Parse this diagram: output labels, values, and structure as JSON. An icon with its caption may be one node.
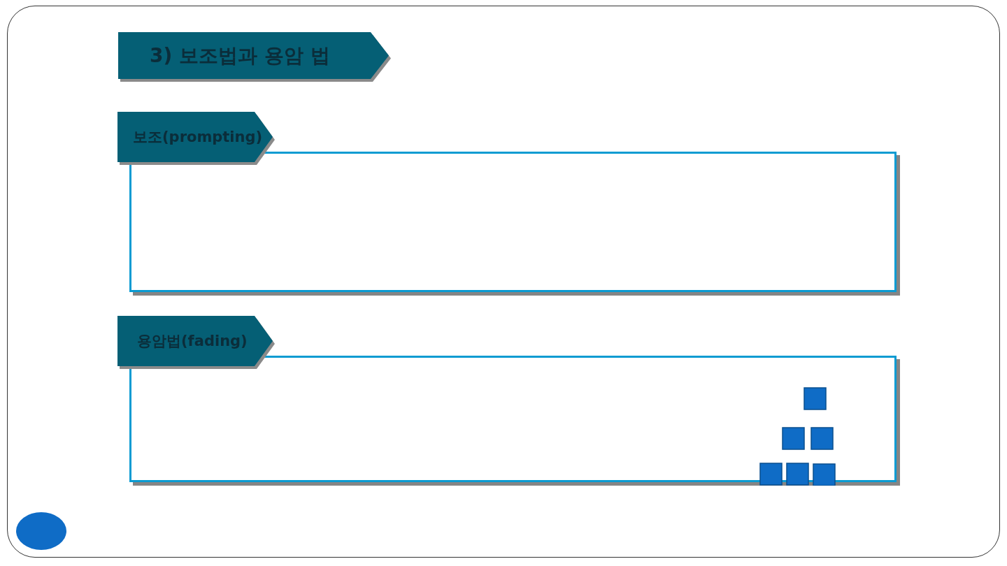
{
  "diagram": {
    "title": "3) 보조법과 용암 법",
    "nodes": [
      {
        "text": [
          "보조(prompting)"
        ]
      },
      {
        "text": [
          "용암법(fading)"
        ]
      }
    ]
  }
}
